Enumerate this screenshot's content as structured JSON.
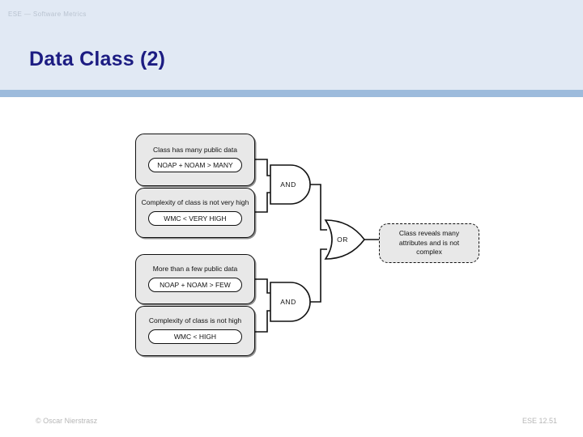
{
  "header": {
    "breadcrumb": "ESE — Software Metrics",
    "title": "Data Class (2)",
    "band_color": "#9dbbdc",
    "background_color": "#e1e9f4",
    "title_color": "#1c1c82"
  },
  "diagram": {
    "type": "logic-gate-decision-diagram",
    "conditions": [
      {
        "id": "cond-many-public-data",
        "text": "Class has many public data",
        "metric": "NOAP + NOAM > MANY"
      },
      {
        "id": "cond-not-very-complex",
        "text": "Complexity of class is not very high",
        "metric": "WMC < VERY HIGH"
      },
      {
        "id": "cond-few-public-data",
        "text": "More than a few public data",
        "metric": "NOAP + NOAM > FEW"
      },
      {
        "id": "cond-not-high-complex",
        "text": "Complexity of class is not high",
        "metric": "WMC < HIGH"
      }
    ],
    "gates": [
      {
        "id": "and-top",
        "label": "AND",
        "kind": "and"
      },
      {
        "id": "and-bottom",
        "label": "AND",
        "kind": "and"
      },
      {
        "id": "or-final",
        "label": "OR",
        "kind": "or"
      }
    ],
    "output": {
      "id": "result-data-class",
      "text": "Class reveals many attributes and is not complex"
    },
    "box_fill": "#e8e8e8",
    "line_color": "#111111"
  },
  "footer": {
    "copyright": "© Oscar Nierstrasz",
    "page_ref": "ESE 12.51"
  }
}
